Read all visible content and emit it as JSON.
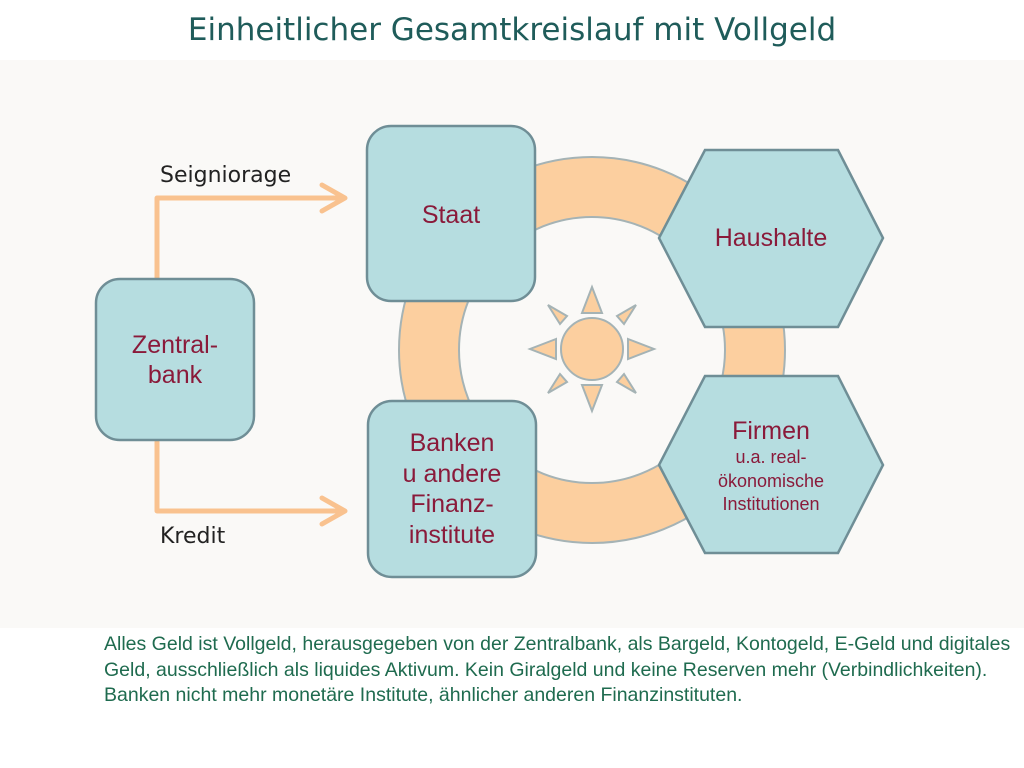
{
  "title": "Einheitlicher Gesamtkreislauf mit Vollgeld",
  "labels": {
    "seigniorage": "Seigniorage",
    "kredit": "Kredit"
  },
  "nodes": {
    "zentralbank": {
      "line1": "Zentral-",
      "line2": "bank"
    },
    "staat": {
      "text": "Staat"
    },
    "haushalte": {
      "text": "Haushalte"
    },
    "banken": {
      "line1": "Banken",
      "line2": "u andere",
      "line3": "Finanz-",
      "line4": "institute"
    },
    "firmen": {
      "title": "Firmen",
      "line1": "u.a. real-",
      "line2": "ökonomische",
      "line3": "Institutionen"
    }
  },
  "description": "Alles Geld ist Vollgeld, herausgegeben von der Zentralbank, als Bargeld, Kontogeld, E-Geld und digitales Geld, ausschließlich als liquides Aktivum. Kein Giralgeld und keine Reserven mehr (Verbindlichkeiten). Banken nicht mehr monetäre Institute, ähnlicher anderen Finanzinstituten.",
  "colors": {
    "title": "#1f5c5a",
    "node_fill": "#b6dde0",
    "node_stroke": "#6f8e96",
    "ring": "#fccf9f",
    "arrow": "#f9c28f",
    "node_text": "#8a1a3a",
    "description": "#1f6b4f"
  },
  "icons": [
    "sun-icon"
  ]
}
